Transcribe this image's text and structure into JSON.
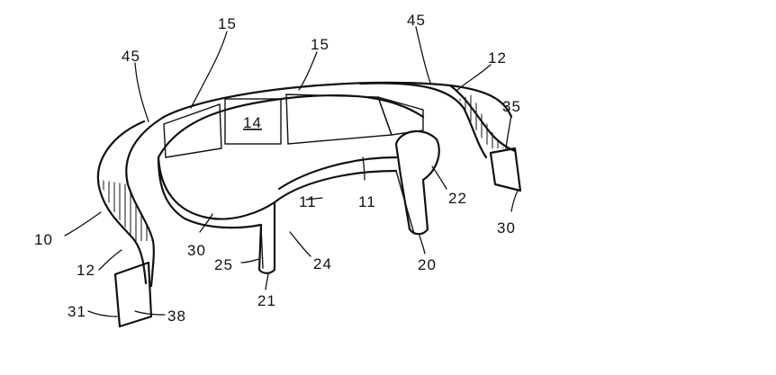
{
  "figure": {
    "labels": [
      {
        "id": "lbl-15-left",
        "text": "15"
      },
      {
        "id": "lbl-15-center",
        "text": "15"
      },
      {
        "id": "lbl-45-left",
        "text": "45"
      },
      {
        "id": "lbl-45-right",
        "text": "45"
      },
      {
        "id": "lbl-12-top",
        "text": "12"
      },
      {
        "id": "lbl-35",
        "text": "35"
      },
      {
        "id": "lbl-14",
        "text": "14"
      },
      {
        "id": "lbl-11-right",
        "text": "11"
      },
      {
        "id": "lbl-22",
        "text": "22"
      },
      {
        "id": "lbl-11-mid",
        "text": "11"
      },
      {
        "id": "lbl-30-right",
        "text": "30"
      },
      {
        "id": "lbl-10",
        "text": "10"
      },
      {
        "id": "lbl-30-left",
        "text": "30"
      },
      {
        "id": "lbl-24",
        "text": "24"
      },
      {
        "id": "lbl-25",
        "text": "25"
      },
      {
        "id": "lbl-20",
        "text": "20"
      },
      {
        "id": "lbl-12-bottom",
        "text": "12"
      },
      {
        "id": "lbl-21",
        "text": "21"
      },
      {
        "id": "lbl-31",
        "text": "31"
      },
      {
        "id": "lbl-38",
        "text": "38"
      }
    ],
    "ink_color": "#111111",
    "background_color": "#ffffff"
  }
}
